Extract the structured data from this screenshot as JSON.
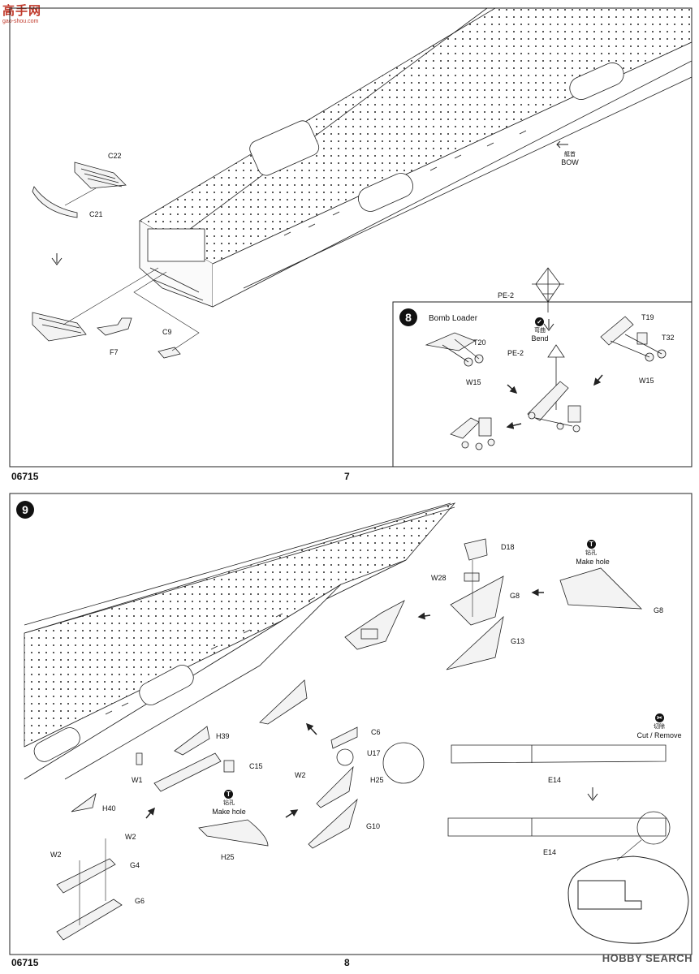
{
  "watermark": {
    "site_name": "高手网",
    "site_url": "gao-shou.com"
  },
  "page_top": {
    "product_code": "06715",
    "page_number": "7",
    "labels": {
      "c22": "C22",
      "c21": "C21",
      "f7": "F7",
      "c9": "C9",
      "bow_cn": "艇首",
      "bow_en": "BOW"
    }
  },
  "step8": {
    "number": "8",
    "title": "Bomb Loader",
    "symbol_bend_cn": "弯曲",
    "symbol_bend_en": "Bend",
    "labels": {
      "pe2_top": "PE-2",
      "pe2_mid": "PE-2",
      "t20": "T20",
      "w15_left": "W15",
      "t19": "T19",
      "t32": "T32",
      "w15_right": "W15"
    }
  },
  "page_bottom": {
    "product_code": "06715",
    "page_number": "8",
    "hobby_search": "HOBBY SEARCH"
  },
  "step9": {
    "number": "9",
    "labels": {
      "d18": "D18",
      "w28": "W28",
      "g8_mid": "G8",
      "g13": "G13",
      "make_hole_cn_1": "钻孔",
      "make_hole_en_1": "Make hole",
      "g8_right": "G8",
      "h39": "H39",
      "c15": "C15",
      "w1": "W1",
      "h40": "H40",
      "c6": "C6",
      "u17": "U17",
      "w2_mid": "W2",
      "h25_mid": "H25",
      "g10": "G10",
      "make_hole_cn_2": "钻孔",
      "make_hole_en_2": "Make hole",
      "h25_low": "H25",
      "w2_a": "W2",
      "w2_b": "W2",
      "g4": "G4",
      "g6": "G6",
      "cut_cn": "切除",
      "cut_en": "Cut / Remove",
      "e14_top": "E14",
      "e14_bot": "E14"
    }
  }
}
